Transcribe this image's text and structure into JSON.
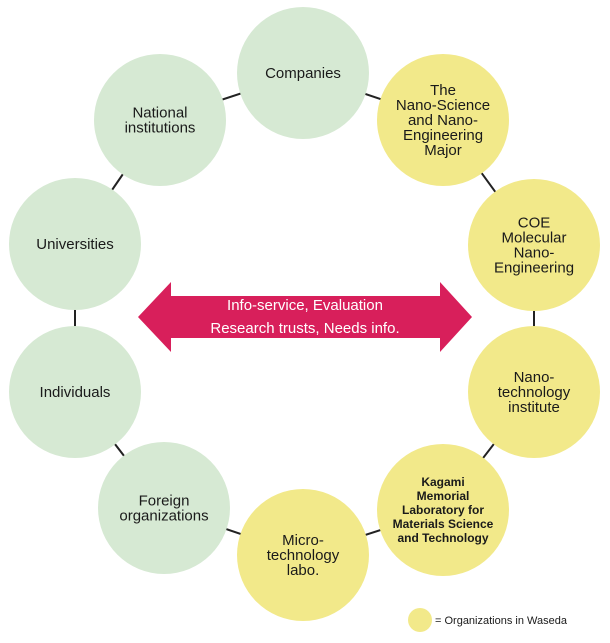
{
  "colors": {
    "outside": "#d6e9d3",
    "waseda": "#f2e98a",
    "arrow": "#d81f5b",
    "connector": "#222222"
  },
  "nodes": [
    {
      "id": "companies",
      "group": "outside",
      "lines": [
        "Companies"
      ]
    },
    {
      "id": "nano-science-major",
      "group": "waseda",
      "lines": [
        "The",
        "Nano-Science",
        "and Nano-",
        "Engineering",
        "Major"
      ]
    },
    {
      "id": "coe",
      "group": "waseda",
      "lines": [
        "COE",
        "Molecular",
        "Nano-",
        "Engineering"
      ]
    },
    {
      "id": "nanotech-institute",
      "group": "waseda",
      "lines": [
        "Nano-",
        "technology",
        "institute"
      ]
    },
    {
      "id": "kagami-lab",
      "group": "waseda",
      "size": "small",
      "lines": [
        "Kagami",
        "Memorial",
        "Laboratory for",
        "Materials Science",
        "and Technology"
      ]
    },
    {
      "id": "microtech-labo",
      "group": "waseda",
      "lines": [
        "Micro-",
        "technology",
        "labo."
      ]
    },
    {
      "id": "foreign-orgs",
      "group": "outside",
      "lines": [
        "Foreign",
        "organizations"
      ]
    },
    {
      "id": "individuals",
      "group": "outside",
      "lines": [
        "Individuals"
      ]
    },
    {
      "id": "universities",
      "group": "outside",
      "lines": [
        "Universities"
      ]
    },
    {
      "id": "national-institutions",
      "group": "outside",
      "lines": [
        "National",
        "institutions"
      ]
    }
  ],
  "arrow": {
    "lines": [
      "Info-service, Evaluation",
      "Research trusts, Needs info."
    ]
  },
  "legend": {
    "label": "= Organizations in Waseda"
  }
}
